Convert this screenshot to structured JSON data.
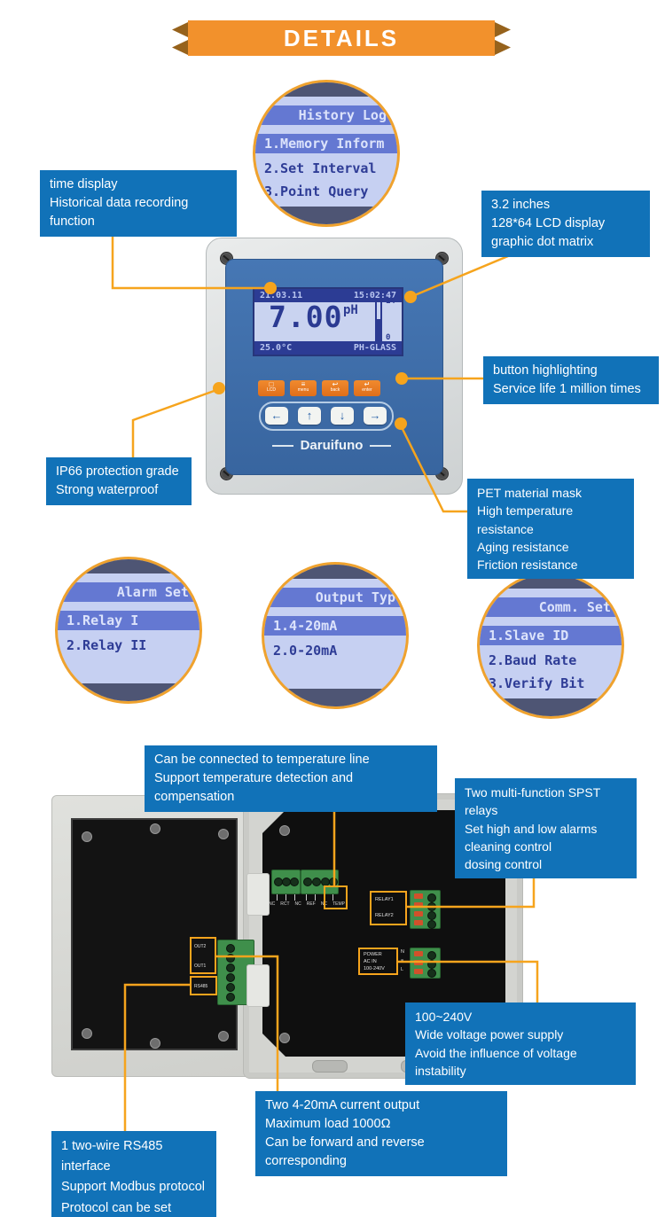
{
  "banner": {
    "title": "DETAILS"
  },
  "colors": {
    "accent_orange": "#F6A41D",
    "banner_orange": "#F2912C",
    "annotation_blue": "#1172B8",
    "device_panel_blue": "#3E6FAE",
    "lcd_dark_blue": "#2C3C94",
    "lcd_light": "#C9D3F0",
    "terminal_green": "#3F8F4B"
  },
  "circles": {
    "history": {
      "header": "History Log",
      "rows": [
        {
          "text": "1.Memory Inform"
        },
        {
          "text": "2.Set Interval"
        },
        {
          "text": "3.Point Query"
        }
      ]
    },
    "alarm": {
      "header": "Alarm Set",
      "rows": [
        {
          "text": "1.Relay I"
        },
        {
          "text": "2.Relay II"
        }
      ]
    },
    "output": {
      "header": "Output Typ",
      "rows": [
        {
          "text": "1.4-20mA"
        },
        {
          "text": "2.0-20mA"
        }
      ]
    },
    "comm": {
      "header": "Comm. Set",
      "rows": [
        {
          "text": "1.Slave ID"
        },
        {
          "text": "2.Baud Rate"
        },
        {
          "text": "3.Verify Bit"
        }
      ]
    }
  },
  "device": {
    "brand": "Daruifuno",
    "lcd": {
      "date": "21.03.11",
      "time": "15:02:47",
      "value": "7.00",
      "unit": "pH",
      "scale_top": "14",
      "scale_bottom": "0",
      "temperature": "25.0°C",
      "electrode": "PH-GLASS"
    },
    "function_buttons": [
      {
        "label": "LCD",
        "glyph": "□"
      },
      {
        "label": "menu",
        "glyph": "≡"
      },
      {
        "label": "back",
        "glyph": "↩"
      },
      {
        "label": "enter",
        "glyph": "↵"
      }
    ],
    "arrow_buttons": [
      {
        "glyph": "←"
      },
      {
        "glyph": "↑"
      },
      {
        "glyph": "↓"
      },
      {
        "glyph": "→"
      }
    ]
  },
  "annotations": {
    "time_display": {
      "lines": [
        "time display",
        "Historical data recording function"
      ]
    },
    "lcd_specs": {
      "lines": [
        "3.2 inches",
        "128*64 LCD display",
        "graphic dot matrix"
      ]
    },
    "button_life": {
      "lines": [
        "button highlighting",
        "Service life 1 million times"
      ]
    },
    "ip66": {
      "lines": [
        "IP66 protection grade",
        "Strong waterproof"
      ]
    },
    "pet_mask": {
      "lines": [
        "PET material mask",
        "High temperature resistance",
        "Aging resistance",
        "Friction resistance"
      ]
    },
    "temperature": {
      "lines": [
        "Can be connected to temperature line",
        "Support temperature detection and compensation"
      ]
    },
    "relays": {
      "lines": [
        "Two multi-function SPST relays",
        "Set high and low alarms",
        "cleaning control",
        "dosing control"
      ]
    },
    "power": {
      "lines": [
        "100~240V",
        "Wide voltage power supply",
        "Avoid the influence of voltage instability"
      ]
    },
    "current_output": {
      "lines": [
        "Two 4-20mA current output",
        "Maximum load 1000Ω",
        "Can be forward and reverse corresponding"
      ]
    },
    "rs485": {
      "lines": [
        "1 two-wire RS485 interface",
        "Support Modbus protocol",
        "Protocol can be set"
      ]
    }
  },
  "enclosure": {
    "sensor_terminal_labels": [
      "NC",
      "RCT",
      "NC",
      "REF",
      "NC",
      "TEMP"
    ],
    "relay_labels": [
      "RELAY1",
      "RELAY2"
    ],
    "power_box_lines": [
      "POWER",
      "AC IN",
      "100-240V"
    ],
    "power_pin_labels": [
      "N",
      "≡",
      "L"
    ],
    "door_terminal_labels": [
      "OUT2",
      "OUT1",
      "RS485"
    ]
  }
}
